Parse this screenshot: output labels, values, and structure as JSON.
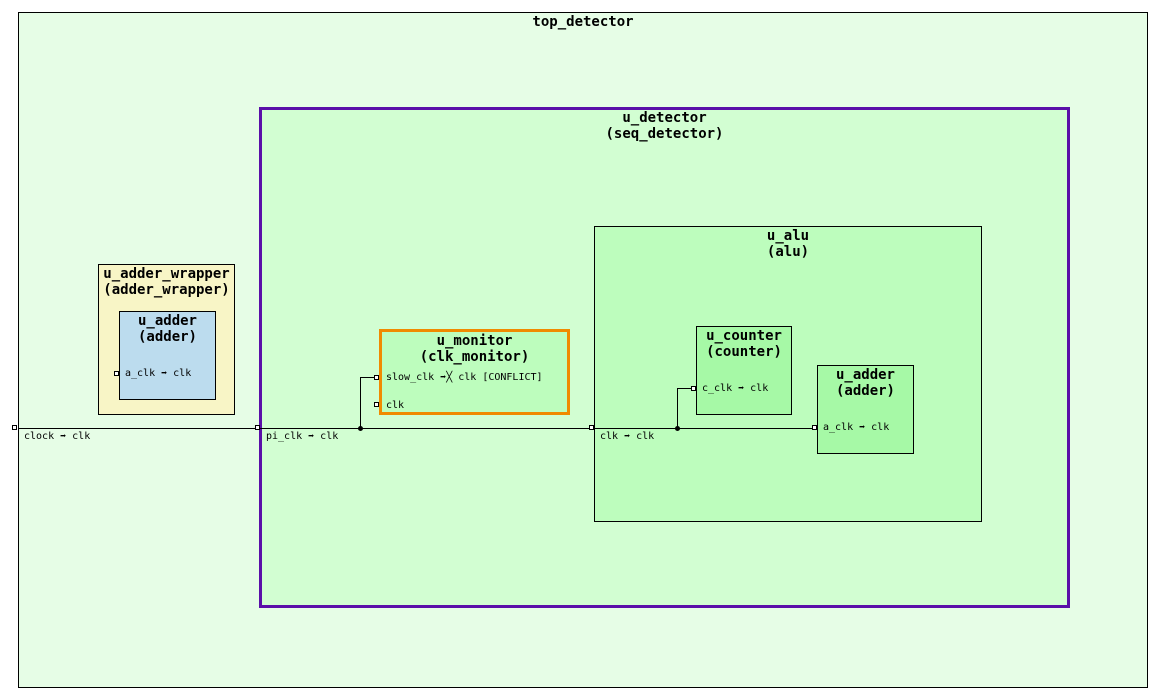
{
  "colors": {
    "top_fill": "#e6fde6",
    "wrapper_fill": "#f8f5c6",
    "adder_blue_fill": "#bcdcee",
    "detector_fill": "#d2fed2",
    "detector_border": "#5a0fa8",
    "alu_fill": "#bdfdbd",
    "monitor_fill": "#bdfdbd",
    "monitor_border": "#f08a00",
    "leaf_fill": "#a6f9a6"
  },
  "top": {
    "name": "top_detector"
  },
  "top_port": {
    "label": "clock ➡ clk"
  },
  "adder_wrapper": {
    "name": "u_adder_wrapper",
    "module": "(adder_wrapper)",
    "adder": {
      "name": "u_adder",
      "module": "(adder)",
      "port_label": "a_clk ➡ clk"
    }
  },
  "detector": {
    "name": "u_detector",
    "module": "(seq_detector)",
    "port_label": "pi_clk ➡ clk",
    "monitor": {
      "name": "u_monitor",
      "module": "(clk_monitor)",
      "slow_port_label": "slow_clk ➡╳ clk [CONFLICT]",
      "clk_port_label": "clk"
    },
    "alu": {
      "name": "u_alu",
      "module": "(alu)",
      "port_label": "clk ➡ clk",
      "counter": {
        "name": "u_counter",
        "module": "(counter)",
        "port_label": "c_clk ➡ clk"
      },
      "adder": {
        "name": "u_adder",
        "module": "(adder)",
        "port_label": "a_clk ➡ clk"
      }
    }
  }
}
